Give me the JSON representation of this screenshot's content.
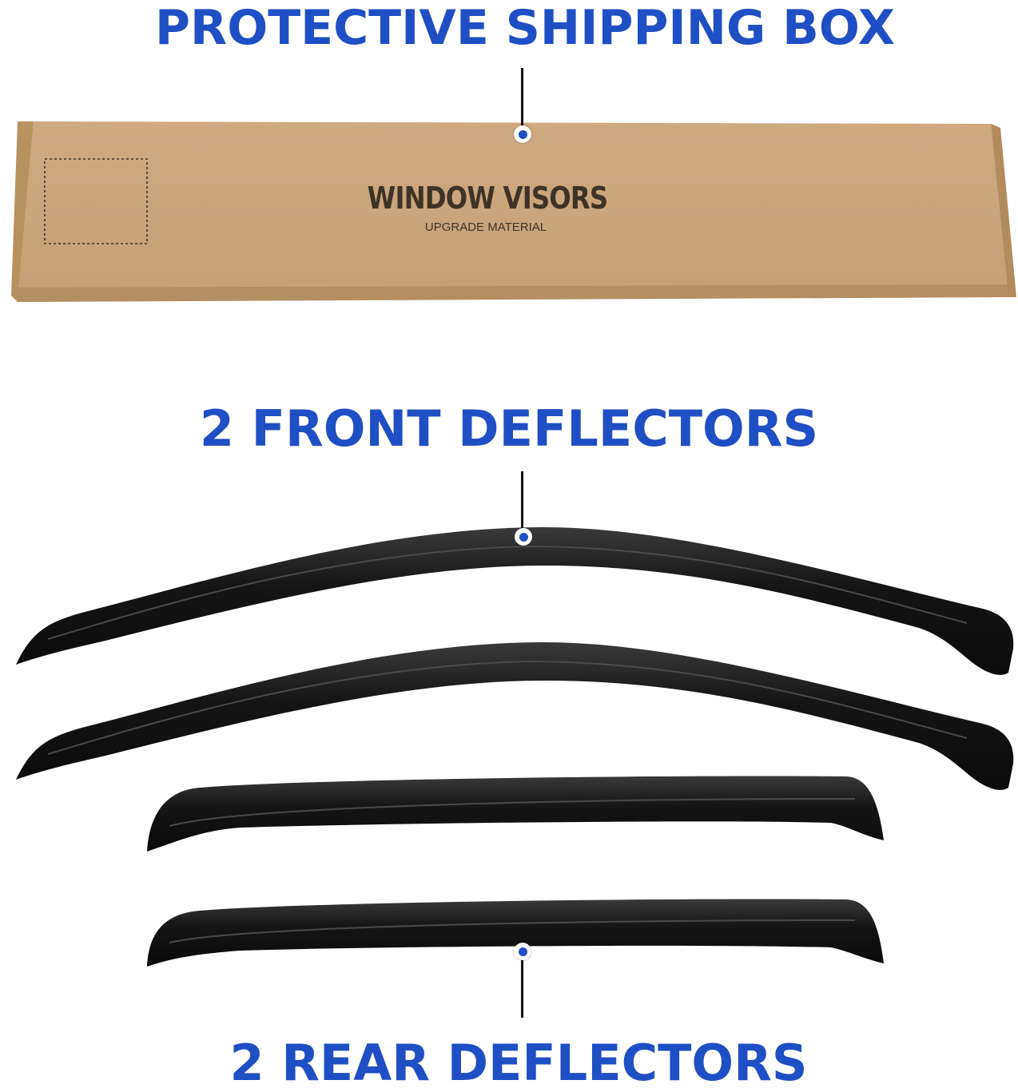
{
  "headings": {
    "box": "PROTECTIVE SHIPPING BOX",
    "front": "2 FRONT DEFLECTORS",
    "rear": "2 REAR DEFLECTORS"
  },
  "box": {
    "title": "WINDOW VISORS",
    "subtitle": "UPGRADE MATERIAL"
  },
  "colors": {
    "accent": "#1f4fc4",
    "cardboard": "#c9a47a",
    "deflector": "#1a1a1a"
  }
}
